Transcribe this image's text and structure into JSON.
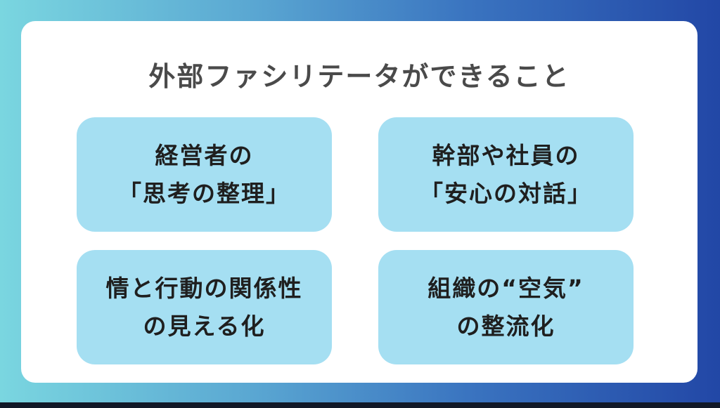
{
  "title": "外部ファシリテータができること",
  "items": [
    {
      "line1": "経営者の",
      "line2": "「思考の整理」"
    },
    {
      "line1": "幹部や社員の",
      "line2": "「安心の対話」"
    },
    {
      "line1": "情と行動の関係性",
      "line2": "の見える化"
    },
    {
      "line1": "組織の“空気”",
      "line2": "の整流化"
    }
  ],
  "colors": {
    "box_fill": "#a5dff2",
    "title_text": "#4a4a4a",
    "box_text": "#1f1f1f",
    "card": "#ffffff"
  }
}
